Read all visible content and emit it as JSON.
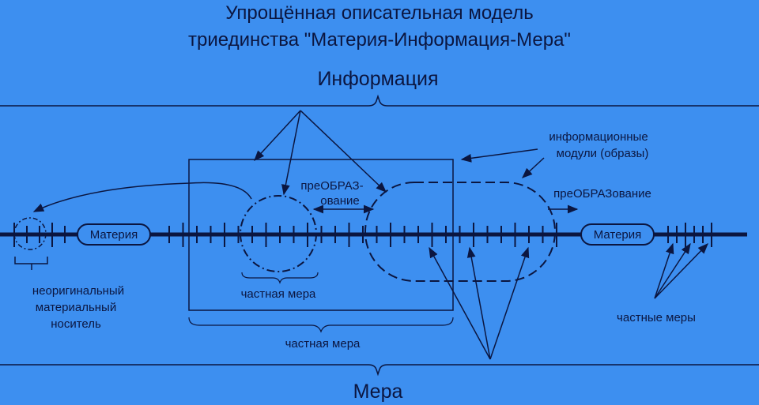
{
  "title": {
    "line1": "Упрощённая описательная модель",
    "line2": "триединства \"Материя-Информация-Мера\""
  },
  "labels": {
    "information": "Информация",
    "measure": "Мера",
    "matter": "Материя",
    "info_modules_line1": "информационные",
    "info_modules_line2": "модули (образы)",
    "transform_top": "преОБРАЗ-",
    "transform_bottom": "ование",
    "transformation": "преОБРАЗование",
    "partial_measure": "частная мера",
    "partial_measures": "частные меры",
    "nonoriginal_line1": "неоригинальный",
    "nonoriginal_line2": "материальный",
    "nonoriginal_line3": "носитель"
  },
  "colors": {
    "background": "#3d8ff0",
    "ink": "#0b1640"
  }
}
